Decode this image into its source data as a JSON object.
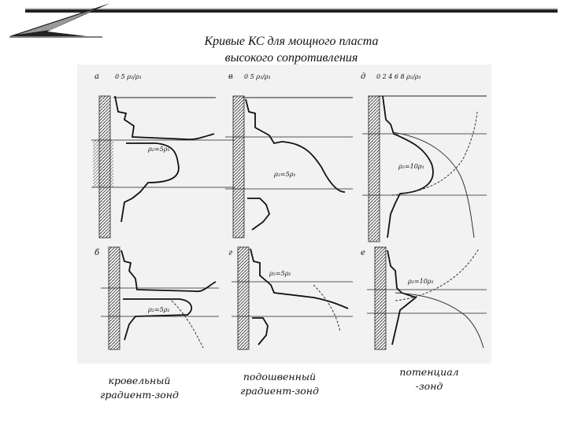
{
  "title": {
    "line1": "Кривые КС для мощного пласта",
    "line2": "высокого сопротивления"
  },
  "captions": [
    {
      "lines": [
        "кровельный",
        "градиент-зонд"
      ]
    },
    {
      "lines": [
        "подошвенный",
        "градиент-зонд"
      ]
    },
    {
      "lines": [
        "потенциал",
        "-зонд"
      ]
    }
  ],
  "panels": [
    {
      "letter": "а",
      "rho": "ρ₂=5ρ₁",
      "scale": "0  5 ρ₂/ρ₁"
    },
    {
      "letter": "в",
      "rho": "ρ₂=5ρ₁",
      "scale": "0  5 ρ₂/ρ₁"
    },
    {
      "letter": "д",
      "rho": "ρ₂=10ρ₁",
      "scale": "0 2 4 6 8 ρ₂/ρ₁"
    },
    {
      "letter": "б",
      "rho": "ρ₂=5ρ₁",
      "scale": ""
    },
    {
      "letter": "г",
      "rho": "ρ₂=5ρ₁",
      "scale": ""
    },
    {
      "letter": "е",
      "rho": "ρ₂=10ρ₁",
      "scale": ""
    }
  ],
  "colors": {
    "accent": "#1a1a1a",
    "figure_bg": "#f2f2f2"
  }
}
